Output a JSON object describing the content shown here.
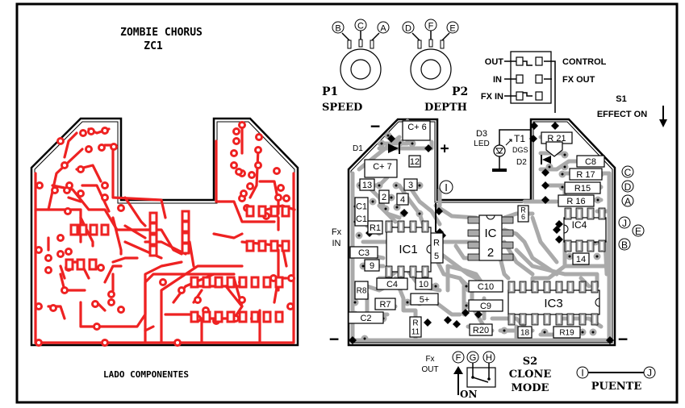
{
  "title": {
    "line1": "ZOMBIE CHORUS",
    "line2": "ZC1"
  },
  "left_board": {
    "caption": "LADO COMPONENTES",
    "trace_color": "#ee2222"
  },
  "pots": [
    {
      "name": "P1",
      "function": "SPEED",
      "pins": [
        "B",
        "C",
        "A"
      ]
    },
    {
      "name": "P2",
      "function": "DEPTH",
      "pins": [
        "D",
        "F",
        "E"
      ]
    }
  ],
  "switch_s1": {
    "name": "S1",
    "function": "EFFECT ON",
    "left_labels": [
      "OUT",
      "IN",
      "FX IN"
    ],
    "right_labels": [
      "CONTROL",
      "FX OUT"
    ]
  },
  "switch_s2": {
    "name": "S2",
    "line2": "CLONE",
    "line3": "MODE",
    "pins": [
      "F",
      "G",
      "H"
    ],
    "on_label": "ON",
    "fx_out_line1": "Fx",
    "fx_out_line2": "OUT"
  },
  "jumper": {
    "label": "PUENTE",
    "from": "I",
    "to": "J"
  },
  "led": {
    "name_line1": "D3",
    "name_line2": "LED",
    "transistor": "T1",
    "transistor_pins": "DGS",
    "diode2": "D2"
  },
  "fx_in": {
    "line1": "Fx",
    "line2": "IN"
  },
  "polarity": {
    "minus": "−",
    "plus": "+"
  },
  "right_board": {
    "trace_color": "#aaaaaa",
    "connection_labels": {
      "I": "I",
      "C": "C",
      "D": "D",
      "A": "A",
      "J": "J",
      "E": "E",
      "B": "B"
    },
    "components": {
      "c6": "C+ 6",
      "c7": "C+ 7",
      "d1": "D1",
      "r12": "12",
      "r13": "13",
      "r2": "2",
      "r3": "3",
      "r4": "4",
      "c1": "C1",
      "r1": "R1",
      "c3": "C3",
      "r9": "9",
      "ic1": "IC1",
      "r5a": "R",
      "r5b": "5",
      "ic2a": "IC",
      "ic2b": "2",
      "r6a": "R",
      "r6b": "6",
      "r8": "R8",
      "c4": "C4",
      "r10": "10",
      "r7": "R7",
      "c5": "5+",
      "c2": "C2",
      "r11a": "R",
      "r11b": "11",
      "c10": "C10",
      "c9": "C9",
      "r20": "R20",
      "r18": "18",
      "r19": "R19",
      "ic3": "IC3",
      "r21": "R 21",
      "c8": "C8",
      "r17": "R 17",
      "r15": "R15",
      "r16": "R 16",
      "ic4": "IC4",
      "r14": "14"
    }
  }
}
